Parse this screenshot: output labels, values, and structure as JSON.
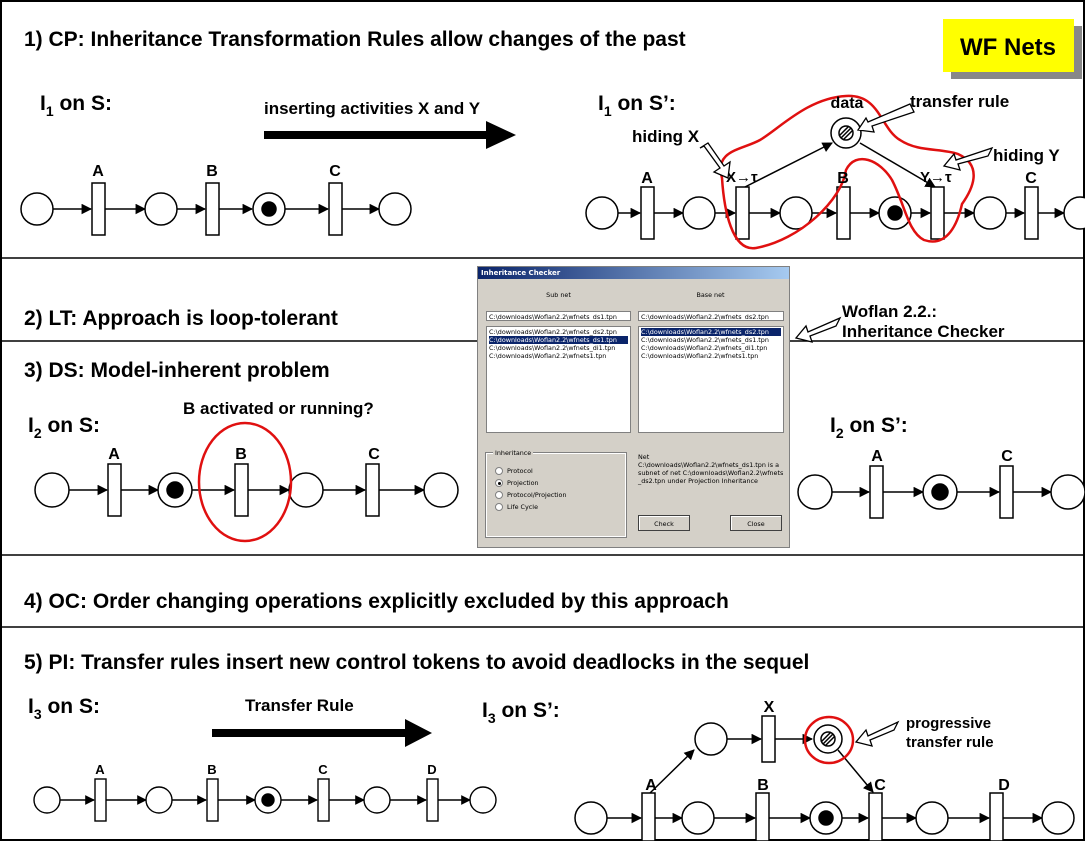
{
  "badge": "WF Nets",
  "section1": {
    "title": "1) CP: Inheritance Transformation Rules allow changes of the past",
    "left_heading": "I",
    "left_sub": "1",
    "left_suffix": " on S:",
    "arrow_label": "inserting activities X and Y",
    "right_heading": "I",
    "right_sub": "1",
    "right_suffix": " on S’:",
    "hiding_x": "hiding X",
    "hiding_y": "hiding Y",
    "data_label": "data",
    "transfer_rule": "transfer rule",
    "x_tau": "X→τ",
    "y_tau": "Y→τ",
    "labels_left": [
      "A",
      "B",
      "C"
    ],
    "labels_right": [
      "A",
      "B",
      "C"
    ]
  },
  "section2": {
    "title": "2) LT: Approach is loop-tolerant"
  },
  "woflan": {
    "line1": "Woflan 2.2.:",
    "line2": "Inheritance Checker"
  },
  "section3": {
    "title": "3) DS: Model-inherent problem",
    "question": "B activated or running?",
    "left_heading": "I",
    "left_sub": "2",
    "left_suffix": " on S:",
    "right_heading": "I",
    "right_sub": "2",
    "right_suffix": " on S’:",
    "labels_left": [
      "A",
      "B",
      "C"
    ],
    "labels_right": [
      "A",
      "C"
    ]
  },
  "section4": {
    "title": "4) OC: Order changing operations explicitly excluded  by this approach"
  },
  "section5": {
    "title": "5) PI: Transfer rules insert new control tokens to avoid deadlocks in the sequel",
    "left_heading": "I",
    "left_sub": "3",
    "left_suffix": " on S:",
    "arrow_label": "Transfer Rule",
    "right_heading": "I",
    "right_sub": "3",
    "right_suffix": " on S’:",
    "progressive_1": "progressive",
    "progressive_2": "transfer rule",
    "x_label": "X",
    "labels_left": [
      "A",
      "B",
      "C",
      "D"
    ],
    "labels_right": [
      "A",
      "B",
      "C",
      "D"
    ]
  },
  "dialog": {
    "title": "Inheritance Checker",
    "sub_net_header": "Sub net",
    "base_net_header": "Base net",
    "sub_net_value": "C:\\downloads\\Woflan2.2\\wfnets_ds1.tpn",
    "base_net_value": "C:\\downloads\\Woflan2.2\\wfnets_ds2.tpn",
    "sub_list": [
      "C:\\downloads\\Woflan2.2\\wfnets_ds2.tpn",
      "C:\\downloads\\Woflan2.2\\wfnets_ds1.tpn",
      "C:\\downloads\\Woflan2.2\\wfnets_di1.tpn",
      "C:\\downloads\\Woflan2.2\\wfnets1.tpn"
    ],
    "base_list": [
      "C:\\downloads\\Woflan2.2\\wfnets_ds2.tpn",
      "C:\\downloads\\Woflan2.2\\wfnets_ds1.tpn",
      "C:\\downloads\\Woflan2.2\\wfnets_di1.tpn",
      "C:\\downloads\\Woflan2.2\\wfnets1.tpn"
    ],
    "group_title": "Inheritance",
    "options": [
      "Protocol",
      "Projection",
      "Protocol/Projection",
      "Life Cycle"
    ],
    "selected_option": "Projection",
    "net_label": "Net",
    "result": "C:\\downloads\\Woflan2.2\\wfnets_ds1.tpn is a subnet of net C:\\downloads\\Woflan2.2\\wfnets_ds2.tpn under Projection Inheritance",
    "check_button": "Check",
    "close_button": "Close"
  },
  "colors": {
    "badge_bg": "#ffff00",
    "highlight": "#e01010",
    "line": "#000000"
  }
}
